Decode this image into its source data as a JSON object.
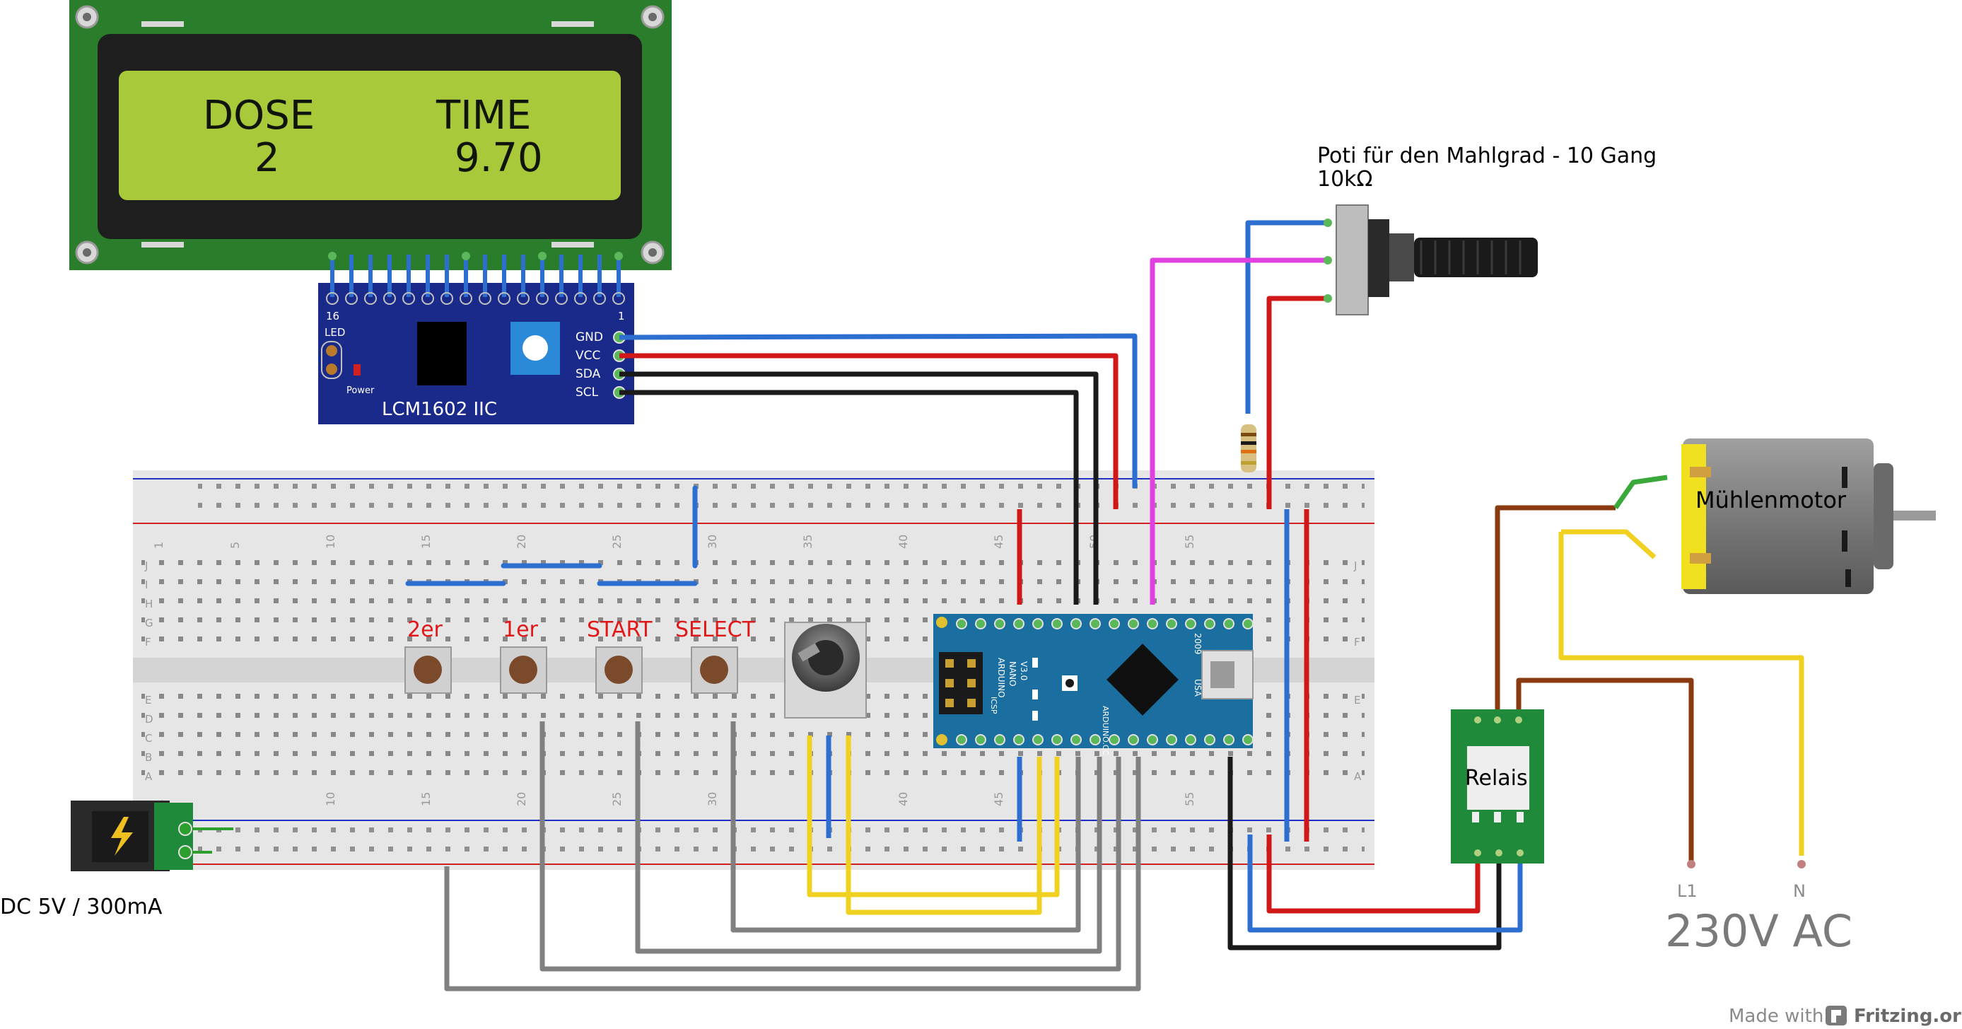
{
  "lcd": {
    "line1_left": "DOSE",
    "line1_right": "TIME",
    "line2_left": "2",
    "line2_right": "9.70"
  },
  "i2c_board": {
    "label": "LCM1602 IIC",
    "pin_gnd": "GND",
    "pin_vcc": "VCC",
    "pin_sda": "SDA",
    "pin_scl": "SCL",
    "pin_16": "16",
    "pin_1": "1",
    "led": "LED",
    "power": "Power"
  },
  "poti": {
    "label_line1": "Poti für den Mahlgrad - 10 Gang",
    "label_line2": "10kΩ"
  },
  "buttons": {
    "b1": "2er",
    "b2": "1er",
    "b3": "START",
    "b4": "SELECT"
  },
  "motor": {
    "label": "Mühlenmotor"
  },
  "relay": {
    "label": "Relais"
  },
  "power_jack": {
    "label": "DC 5V / 300mA"
  },
  "mains": {
    "l1": "L1",
    "n": "N",
    "label": "230V AC"
  },
  "arduino": {
    "name1": "ARDUINO",
    "name2": "NANO",
    "name3": "V3.0",
    "icsp": "ICSP",
    "usa": "USA",
    "site": "ARDUINO.CC",
    "year": "2009"
  },
  "breadboard": {
    "col_numbers": [
      "1",
      "5",
      "10",
      "15",
      "20",
      "25",
      "30",
      "35",
      "40",
      "45",
      "50",
      "55"
    ],
    "row_letters_top": [
      "J",
      "I",
      "H",
      "G",
      "F"
    ],
    "row_letters_bottom": [
      "E",
      "D",
      "C",
      "B",
      "A"
    ]
  },
  "footer": {
    "made_with": "Made with",
    "brand": "Fritzing.org"
  },
  "colors": {
    "pcb_green": "#2a7d2a",
    "lcd_screen": "#a8c93a",
    "i2c_blue": "#1a2a8a",
    "nano_blue": "#1a6ea0",
    "wire_blue": "#2c6fd0",
    "wire_red": "#d01818",
    "wire_black": "#1a1a1a",
    "wire_magenta": "#e040e0",
    "wire_yellow": "#f0d020",
    "wire_grey": "#808080",
    "wire_brown": "#8a3a10",
    "motor_yellow": "#f0e020"
  }
}
